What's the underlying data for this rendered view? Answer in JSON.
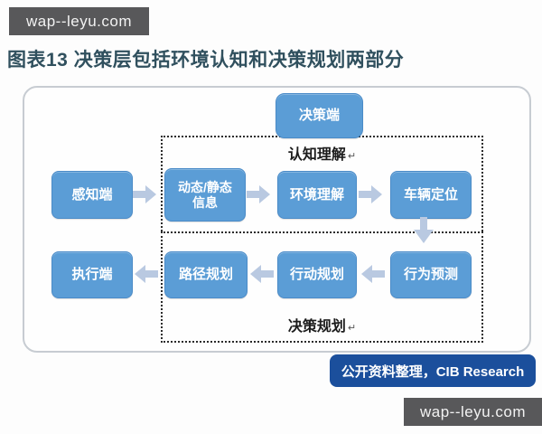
{
  "watermarks": {
    "top": "wap--leyu.com",
    "bottom": "wap--leyu.com"
  },
  "title": "图表13 决策层包括环境认知和决策规划两部分",
  "diagram": {
    "decision_node": "决策端",
    "cognition_section_label": "认知理解",
    "planning_section_label": "决策规划",
    "return_mark": "↵",
    "nodes": {
      "perception": "感知端",
      "dynamic_static_info_line1": "动态/静态",
      "dynamic_static_info_line2": "信息",
      "environment_understanding": "环境理解",
      "vehicle_localization": "车辆定位",
      "execution": "执行端",
      "path_planning": "路径规划",
      "action_planning": "行动规划",
      "behavior_prediction": "行为预测"
    }
  },
  "source_note": "公开资料整理，CIB Research",
  "colors": {
    "box_fill": "#5b9dd6",
    "box_border": "#4a8bc8",
    "arrow": "#b9c9e1",
    "source_bar": "#1b4f9c",
    "watermark_bg": "#58585a",
    "title_text": "#30505e"
  }
}
